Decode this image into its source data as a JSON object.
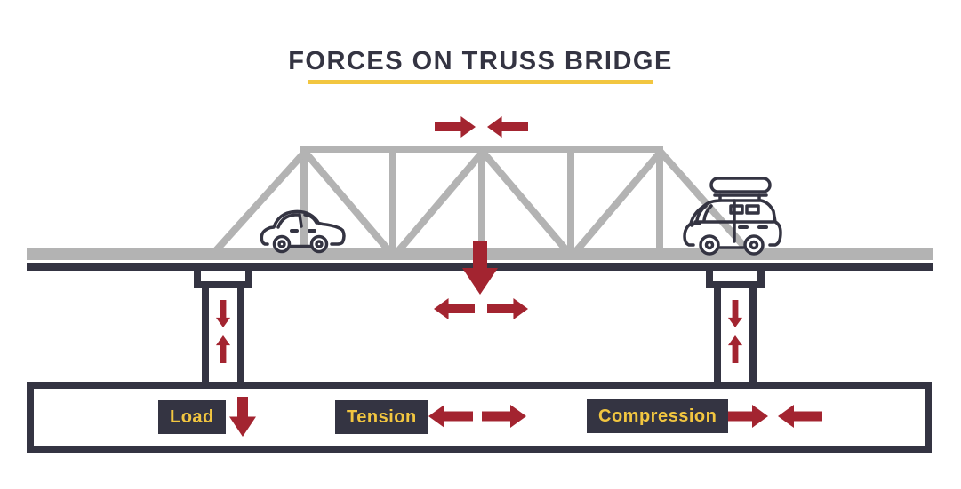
{
  "title": {
    "text": "FORCES ON TRUSS BRIDGE"
  },
  "legend": {
    "items": [
      {
        "label": "Load",
        "arrow_direction": "down"
      },
      {
        "label": "Tension",
        "arrow_direction": "outward-pair"
      },
      {
        "label": "Compression",
        "arrow_direction": "inward-pair"
      }
    ]
  },
  "diagram": {
    "subject": "truss-bridge-forces",
    "vehicles": [
      {
        "icon": "car-icon",
        "position": "left-span"
      },
      {
        "icon": "suv-with-roof-box-icon",
        "position": "right-span"
      }
    ],
    "force_annotations": [
      {
        "force": "compression",
        "location": "top-chord",
        "arrows": "inward-pair"
      },
      {
        "force": "load",
        "location": "midspan-deck",
        "arrows": "down"
      },
      {
        "force": "tension",
        "location": "bottom-chord",
        "arrows": "outward-pair"
      },
      {
        "force": "reaction",
        "location": "left-pier",
        "arrows": "down-and-up"
      },
      {
        "force": "reaction",
        "location": "right-pier",
        "arrows": "down-and-up"
      }
    ]
  },
  "colors": {
    "navy": "#343442",
    "red": "#A32430",
    "yellow": "#F2C640",
    "truss_gray": "#B3B3B3",
    "background": "#FFFFFF"
  }
}
